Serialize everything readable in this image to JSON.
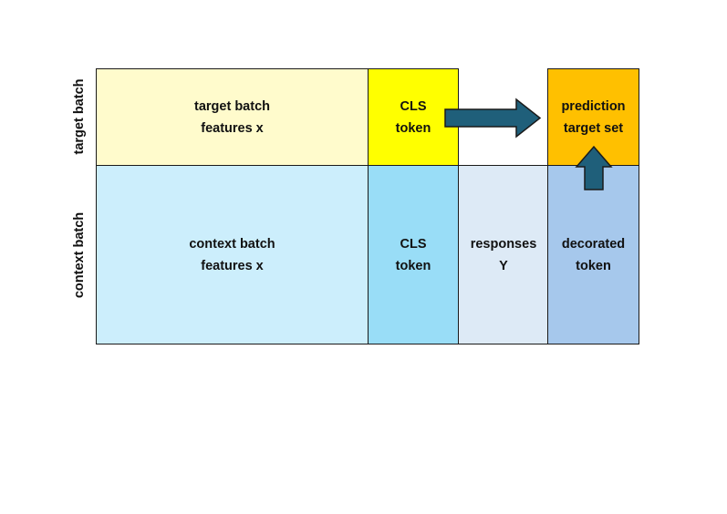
{
  "row_labels": {
    "target": "target batch",
    "context": "context batch"
  },
  "cells": {
    "target_features": {
      "text": "target batch\nfeatures x",
      "color": "#FFFBCC"
    },
    "target_cls": {
      "text": "CLS\ntoken",
      "color": "#FFFF00"
    },
    "prediction": {
      "text": "prediction\ntarget set",
      "color": "#FFC000"
    },
    "context_features": {
      "text": "context batch\nfeatures x",
      "color": "#CCEEFC"
    },
    "context_cls": {
      "text": "CLS\ntoken",
      "color": "#99DDF7"
    },
    "responses": {
      "text": "responses\nY",
      "color": "#DDEAF6"
    },
    "decorated": {
      "text": "decorated\ntoken",
      "color": "#A6C8EC"
    }
  },
  "arrow_color": "#1F5F7A"
}
